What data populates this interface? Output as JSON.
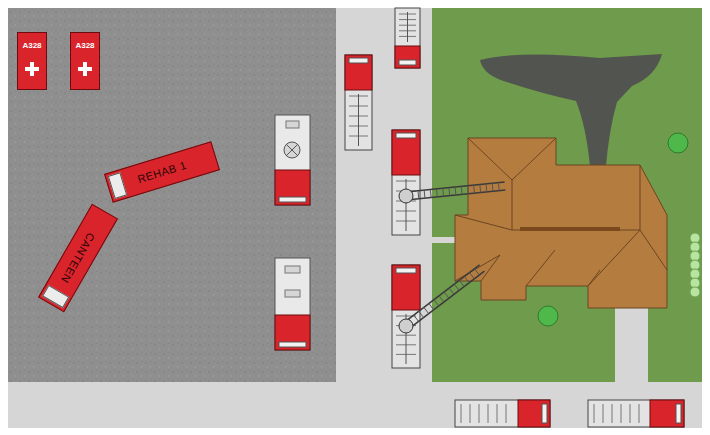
{
  "diagram": {
    "nodes": [
      {
        "text": [
          "A328"
        ]
      },
      {
        "text": [
          "A328"
        ]
      },
      {
        "text": [
          "REHAB 1"
        ]
      },
      {
        "text": [
          "CANTEEN"
        ]
      }
    ]
  }
}
